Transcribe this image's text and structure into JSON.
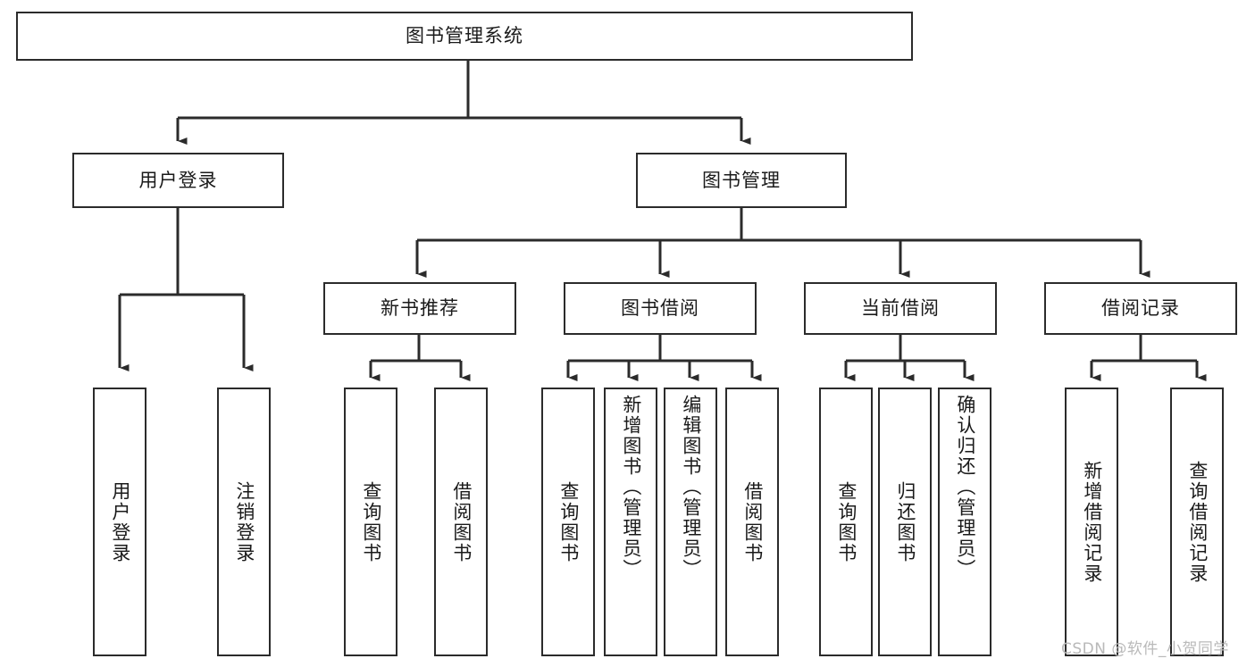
{
  "diagram": {
    "type": "tree-hierarchy-chart",
    "title": "图书管理系统",
    "root": {
      "id": "root",
      "label": "图书管理系统"
    },
    "level2": [
      {
        "id": "user-login",
        "label": "用户登录"
      },
      {
        "id": "book-management",
        "label": "图书管理"
      }
    ],
    "level3": [
      {
        "id": "new-book-recommend",
        "label": "新书推荐",
        "parent": "book-management"
      },
      {
        "id": "book-borrow",
        "label": "图书借阅",
        "parent": "book-management"
      },
      {
        "id": "current-borrow",
        "label": "当前借阅",
        "parent": "book-management"
      },
      {
        "id": "borrow-record",
        "label": "借阅记录",
        "parent": "book-management"
      }
    ],
    "leaves": [
      {
        "id": "leaf-user-login",
        "label": "用户登录",
        "parent": "user-login"
      },
      {
        "id": "leaf-logout",
        "label": "注销登录",
        "parent": "user-login"
      },
      {
        "id": "leaf-query-book-1",
        "label": "查询图书",
        "parent": "new-book-recommend"
      },
      {
        "id": "leaf-borrow-book-1",
        "label": "借阅图书",
        "parent": "new-book-recommend"
      },
      {
        "id": "leaf-query-book-2",
        "label": "查询图书",
        "parent": "book-borrow"
      },
      {
        "id": "leaf-add-book",
        "label": "新增图书（管理员）",
        "parent": "book-borrow"
      },
      {
        "id": "leaf-edit-book",
        "label": "编辑图书（管理员）",
        "parent": "book-borrow"
      },
      {
        "id": "leaf-borrow-book-2",
        "label": "借阅图书",
        "parent": "book-borrow"
      },
      {
        "id": "leaf-query-book-3",
        "label": "查询图书",
        "parent": "current-borrow"
      },
      {
        "id": "leaf-return-book",
        "label": "归还图书",
        "parent": "current-borrow"
      },
      {
        "id": "leaf-confirm-return",
        "label": "确认归还（管理员）",
        "parent": "current-borrow"
      },
      {
        "id": "leaf-add-record",
        "label": "新增借阅记录",
        "parent": "borrow-record"
      },
      {
        "id": "leaf-query-record",
        "label": "查询借阅记录",
        "parent": "borrow-record"
      }
    ],
    "colors": {
      "stroke": "#2b2b2b",
      "fill": "#ffffff",
      "text": "#1a1a1a",
      "watermark": "#b9b9b9"
    }
  },
  "watermark": {
    "text": "CSDN @软件_小贺同学"
  }
}
